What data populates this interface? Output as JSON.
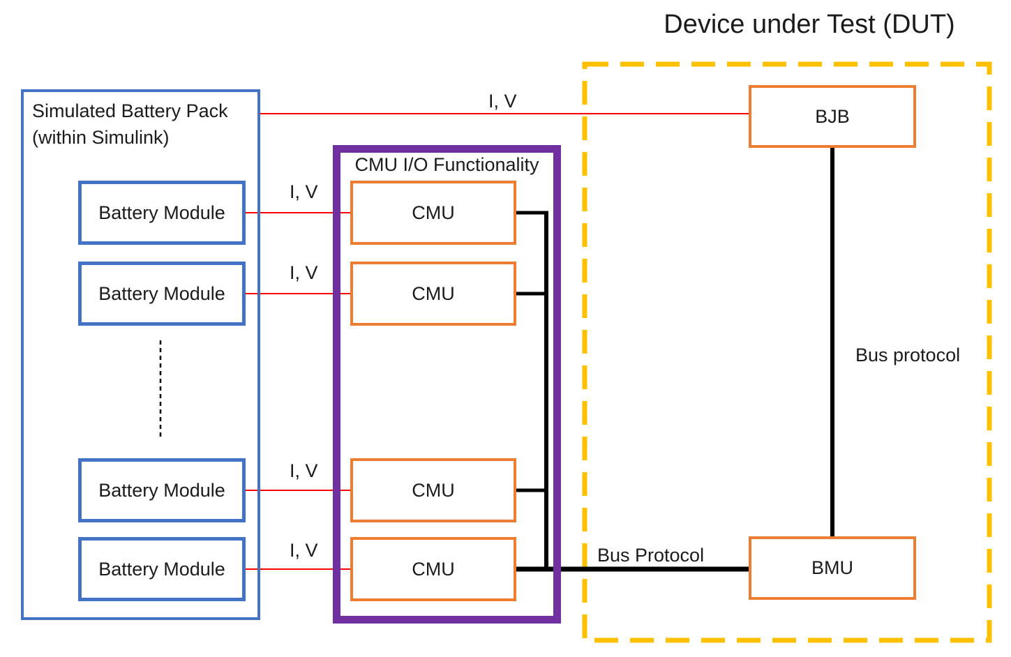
{
  "colors": {
    "blue": "#4472C4",
    "orange": "#ED7D31",
    "purple": "#7030A0",
    "gold": "#FFC000",
    "red": "#FF0000",
    "black": "#000000",
    "text": "#1B1B1B"
  },
  "dut": {
    "title": "Device under Test (DUT)",
    "bjb_label": "BJB",
    "bmu_label": "BMU",
    "bus_vertical_label": "Bus protocol"
  },
  "pack": {
    "title_line1": "Simulated Battery Pack",
    "title_line2": "(within Simulink)",
    "modules": [
      {
        "label": "Battery Module"
      },
      {
        "label": "Battery Module"
      },
      {
        "label": "Battery Module"
      },
      {
        "label": "Battery Module"
      }
    ]
  },
  "cmu_group": {
    "title": "CMU I/O Functionality",
    "units": [
      {
        "label": "CMU"
      },
      {
        "label": "CMU"
      },
      {
        "label": "CMU"
      },
      {
        "label": "CMU"
      }
    ]
  },
  "connections": {
    "iv": [
      "I, V",
      "I, V",
      "I, V",
      "I, V",
      "I, V"
    ],
    "bus_protocol_label": "Bus Protocol"
  }
}
